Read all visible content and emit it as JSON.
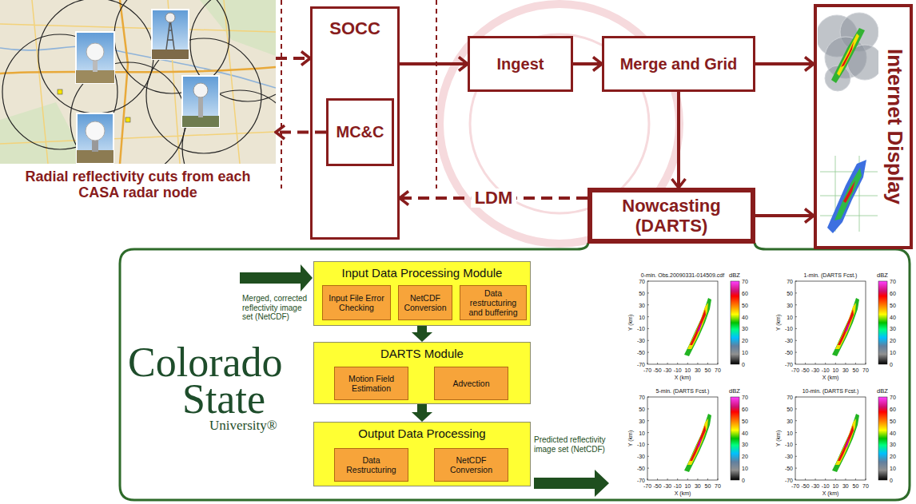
{
  "diagram": {
    "nodes": [
      {
        "text": [
          "Radial reflectivity cuts from each CASA radar node"
        ]
      },
      {
        "text": [
          "SOCC"
        ]
      },
      {
        "text": [
          "MC&C"
        ],
        "in": 1
      },
      {
        "text": [
          "Ingest"
        ]
      },
      {
        "text": [
          "Merge and Grid"
        ]
      },
      {
        "text": [
          "Internet Display"
        ]
      },
      {
        "text": [
          "Nowcasting (DARTS)"
        ]
      },
      {
        "text": [
          "Input Data Processing Module"
        ]
      },
      {
        "text": [
          "Input File Error Checking"
        ],
        "in": 7
      },
      {
        "text": [
          "NetCDF Conversion"
        ],
        "in": 7
      },
      {
        "text": [
          "Data restructuring and buffering"
        ],
        "in": 7
      },
      {
        "text": [
          "DARTS Module"
        ]
      },
      {
        "text": [
          "Motion Field Estimation"
        ],
        "in": 11
      },
      {
        "text": [
          "Advection"
        ],
        "in": 11
      },
      {
        "text": [
          "Output Data Processing"
        ]
      },
      {
        "text": [
          "Data Restructuring"
        ],
        "in": 14
      },
      {
        "text": [
          "NetCDF Conversion"
        ],
        "in": 14
      }
    ],
    "edges": [
      {
        "from": 0,
        "to": 1,
        "arrow": "to"
      },
      {
        "from": 2,
        "to": 0,
        "arrow": "to"
      },
      {
        "from": 1,
        "to": 3,
        "arrow": "to"
      },
      {
        "from": 3,
        "to": 4,
        "arrow": "to"
      },
      {
        "from": 4,
        "to": 5,
        "arrow": "to"
      },
      {
        "from": 4,
        "to": 6,
        "arrow": "to"
      },
      {
        "from": 6,
        "to": 5,
        "arrow": "to"
      },
      {
        "from": 6,
        "to": 1,
        "label": "LDM",
        "arrow": "to"
      },
      {
        "from": 7,
        "to": 11,
        "arrow": "to"
      },
      {
        "from": 11,
        "to": 14,
        "arrow": "to"
      },
      {
        "from": 8,
        "to": 9,
        "arrow": "to"
      },
      {
        "from": 9,
        "to": 10,
        "arrow": "to"
      },
      {
        "from": 12,
        "to": 13,
        "arrow": "to"
      },
      {
        "from": 15,
        "to": 16,
        "arrow": "to"
      }
    ],
    "labels": [
      "Merged, corrected reflectivity image set (NetCDF)",
      "Predicted reflectivity image set (NetCDF)",
      "Colorado",
      "State",
      "University®",
      "0-min. Obs.20090331-014509.cdf",
      "dBZ",
      "Y (km)",
      "X (km)",
      "70",
      "50",
      "30",
      "10",
      "-10",
      "-30",
      "-50",
      "-70",
      "-70",
      "-50",
      "-30",
      "-10",
      "10",
      "30",
      "50",
      "70",
      "70",
      "60",
      "50",
      "40",
      "30",
      "20",
      "10",
      "0",
      "1-min. (DARTS Fcst.)",
      "dBZ",
      "Y (km)",
      "X (km)",
      "70",
      "50",
      "30",
      "10",
      "-10",
      "-30",
      "-50",
      "-70",
      "-70",
      "-50",
      "-30",
      "-10",
      "10",
      "30",
      "50",
      "70",
      "70",
      "60",
      "50",
      "40",
      "30",
      "20",
      "10",
      "0",
      "5-min. (DARTS Fcst.)",
      "dBZ",
      "Y (km)",
      "X (km)",
      "70",
      "50",
      "30",
      "10",
      "-10",
      "-30",
      "-50",
      "-70",
      "-70",
      "-50",
      "-30",
      "-10",
      "10",
      "30",
      "50",
      "70",
      "70",
      "60",
      "50",
      "40",
      "30",
      "20",
      "10",
      "0",
      "10-min. (DARTS Fcst.)",
      "dBZ",
      "Y (km)",
      "X (km)",
      "70",
      "50",
      "30",
      "10",
      "-10",
      "-30",
      "-50",
      "-70",
      "-70",
      "-50",
      "-30",
      "-10",
      "10",
      "30",
      "50",
      "70",
      "70",
      "60",
      "50",
      "40",
      "30",
      "20",
      "10",
      "0"
    ]
  }
}
